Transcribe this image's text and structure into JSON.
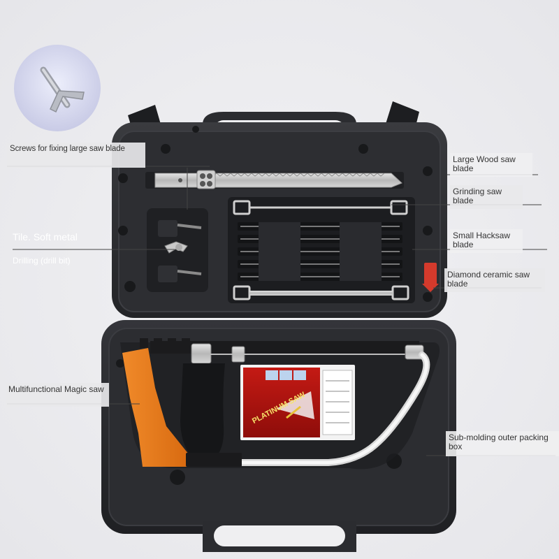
{
  "labels": {
    "screws": "Screws for fixing large saw blade",
    "large_wood": "Large Wood saw blade",
    "grinding": "Grinding saw blade",
    "tile": "Tile. Soft metal",
    "drilling": "Drilling (drill bit)",
    "small_hacksaw": "Small Hacksaw blade",
    "diamond": "Diamond ceramic saw blade",
    "magic_saw": "Multifunctional Magic saw",
    "sub_molding": "Sub-molding outer packing box"
  },
  "package": {
    "title": "PLATINUM SAW"
  },
  "colors": {
    "background": "#efeff1",
    "case": "#2a2b2e",
    "handle": "#e87a1e",
    "label_bg": "#e8e8ea"
  }
}
